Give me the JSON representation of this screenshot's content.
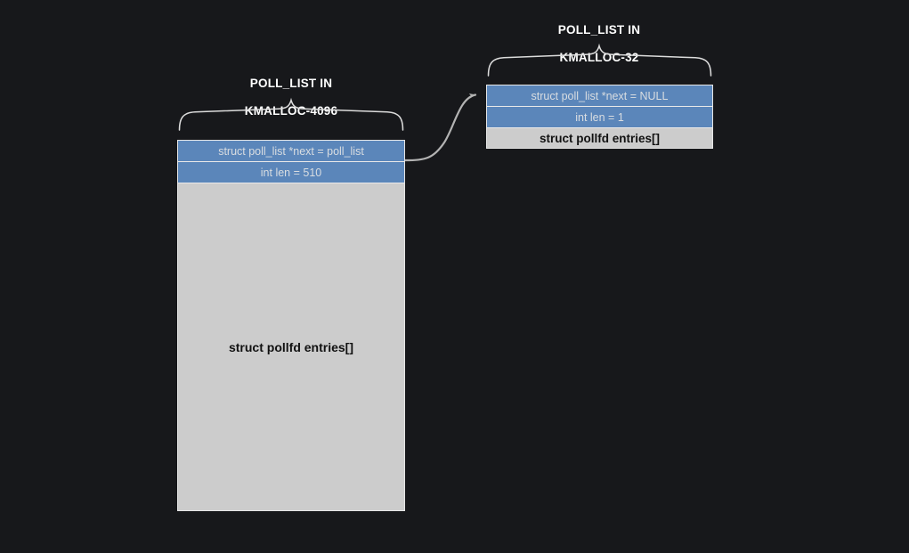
{
  "background_color": "#17181b",
  "palette": {
    "block_blue": "#5b86ba",
    "block_gray": "#cccccc",
    "border": "#e6e6e6",
    "blue_text": "#d9dde1",
    "gray_text": "#111111",
    "label_text": "#ffffff",
    "connector": "#b3b3b3"
  },
  "diagram": {
    "type": "memory-layout-linked-list",
    "groups": [
      {
        "id": "left",
        "label_line1": "POLL_LIST IN",
        "label_line2": "KMALLOC-4096",
        "rows": [
          {
            "id": "next",
            "text": "struct poll_list *next = poll_list",
            "style": "blue"
          },
          {
            "id": "len",
            "text": "int len = 510",
            "style": "blue"
          },
          {
            "id": "entries",
            "text": "struct pollfd entries[]",
            "style": "gray"
          }
        ]
      },
      {
        "id": "right",
        "label_line1": "POLL_LIST IN",
        "label_line2": "KMALLOC-32",
        "rows": [
          {
            "id": "next",
            "text": "struct poll_list *next = NULL",
            "style": "blue"
          },
          {
            "id": "len",
            "text": "int len = 1",
            "style": "blue"
          },
          {
            "id": "entries",
            "text": "struct pollfd entries[]",
            "style": "gray"
          }
        ]
      }
    ],
    "connector": {
      "from": "left-block-next-row",
      "to": "right-block-next-row",
      "arrowhead": "right"
    }
  }
}
